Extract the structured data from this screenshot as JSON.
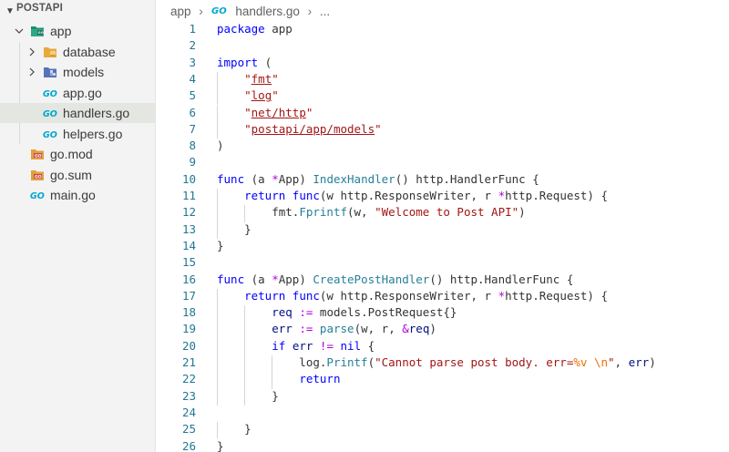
{
  "explorer": {
    "title": "POSTAPI",
    "tree": [
      {
        "label": "app",
        "kind": "folder-open",
        "icon": "go-folder-icon",
        "depth": 1
      },
      {
        "label": "database",
        "kind": "folder",
        "icon": "database-folder-icon",
        "depth": 2
      },
      {
        "label": "models",
        "kind": "folder",
        "icon": "models-folder-icon",
        "depth": 2
      },
      {
        "label": "app.go",
        "kind": "file",
        "icon": "go-file-icon",
        "depth": 2
      },
      {
        "label": "handlers.go",
        "kind": "file",
        "icon": "go-file-icon",
        "depth": 2,
        "selected": true
      },
      {
        "label": "helpers.go",
        "kind": "file",
        "icon": "go-file-icon",
        "depth": 2
      },
      {
        "label": "go.mod",
        "kind": "file",
        "icon": "go-mod-icon",
        "depth": 1
      },
      {
        "label": "go.sum",
        "kind": "file",
        "icon": "go-mod-icon",
        "depth": 1
      },
      {
        "label": "main.go",
        "kind": "file",
        "icon": "go-file-icon",
        "depth": 1
      }
    ]
  },
  "breadcrumb": {
    "folder": "app",
    "file": "handlers.go",
    "more": "..."
  },
  "editor": {
    "lines": [
      {
        "n": "1",
        "code": "package app"
      },
      {
        "n": "2",
        "code": ""
      },
      {
        "n": "3",
        "code": "import ("
      },
      {
        "n": "4",
        "code": "    \"fmt\""
      },
      {
        "n": "5",
        "code": "    \"log\""
      },
      {
        "n": "6",
        "code": "    \"net/http\""
      },
      {
        "n": "7",
        "code": "    \"postapi/app/models\""
      },
      {
        "n": "8",
        "code": ")"
      },
      {
        "n": "9",
        "code": ""
      },
      {
        "n": "10",
        "code": "func (a *App) IndexHandler() http.HandlerFunc {"
      },
      {
        "n": "11",
        "code": "    return func(w http.ResponseWriter, r *http.Request) {"
      },
      {
        "n": "12",
        "code": "        fmt.Fprintf(w, \"Welcome to Post API\")"
      },
      {
        "n": "13",
        "code": "    }"
      },
      {
        "n": "14",
        "code": "}"
      },
      {
        "n": "15",
        "code": ""
      },
      {
        "n": "16",
        "code": "func (a *App) CreatePostHandler() http.HandlerFunc {"
      },
      {
        "n": "17",
        "code": "    return func(w http.ResponseWriter, r *http.Request) {"
      },
      {
        "n": "18",
        "code": "        req := models.PostRequest{}"
      },
      {
        "n": "19",
        "code": "        err := parse(w, r, &req)"
      },
      {
        "n": "20",
        "code": "        if err != nil {"
      },
      {
        "n": "21",
        "code": "            log.Printf(\"Cannot parse post body. err=%v \\n\", err)"
      },
      {
        "n": "22",
        "code": "            return"
      },
      {
        "n": "23",
        "code": "        }"
      },
      {
        "n": "24",
        "code": ""
      },
      {
        "n": "25",
        "code": "    }"
      },
      {
        "n": "26",
        "code": "}"
      }
    ]
  },
  "colors": {
    "keyword": "#0000ff",
    "string": "#a31515",
    "function": "#795e26",
    "type": "#267f99",
    "variable": "#001080",
    "line_number": "#237893",
    "selection_bg": "#e4e6e1"
  }
}
